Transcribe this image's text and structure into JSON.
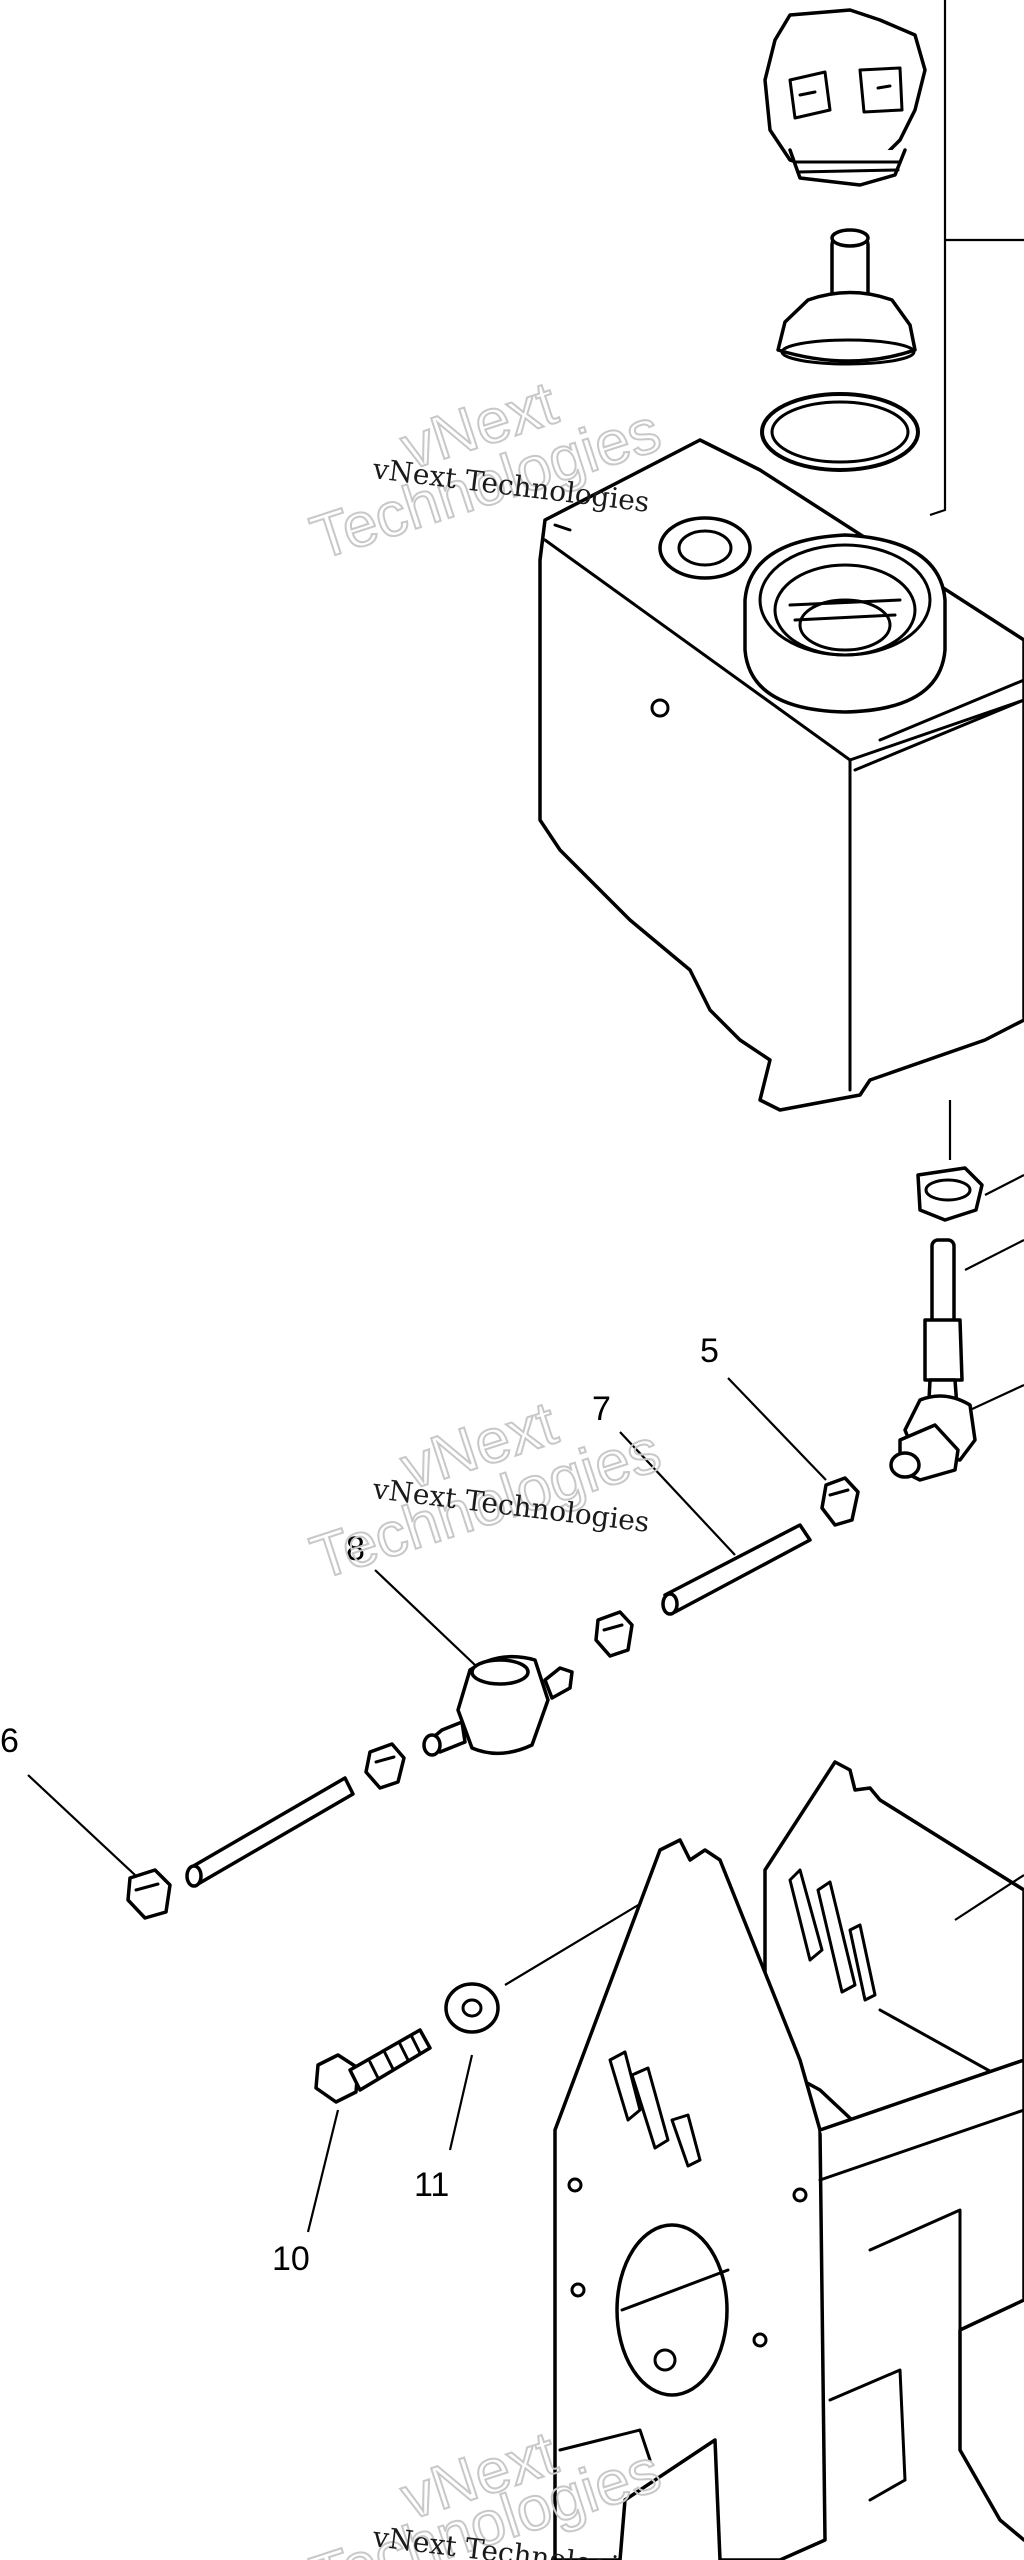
{
  "callouts": {
    "c5": "5",
    "c6": "6",
    "c7": "7",
    "c8": "8",
    "c10": "10",
    "c11": "11"
  },
  "watermarks": {
    "brand": "vNext Technologies",
    "big_line1": "vNext",
    "big_line2": "Technologies"
  }
}
